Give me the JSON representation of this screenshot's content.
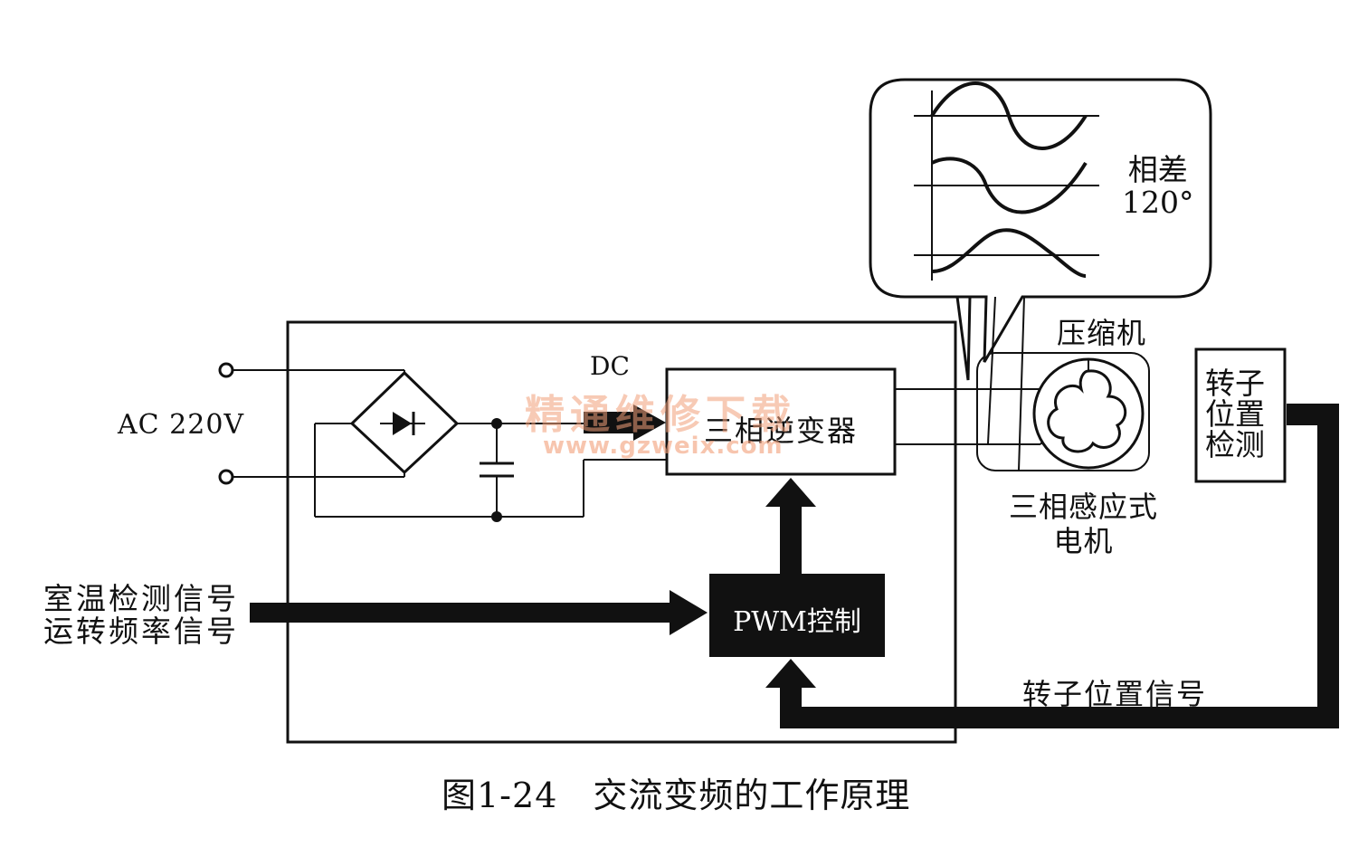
{
  "caption": "图1-24　交流变频的工作原理",
  "labels": {
    "ac_input": "AC 220V",
    "dc": "DC",
    "inverter": "三相逆变器",
    "pwm": "PWM控制",
    "input_signals_line1": "室温检测信号",
    "input_signals_line2": "运转频率信号",
    "phase_line1": "相差",
    "phase_line2": "120°",
    "compressor": "压缩机",
    "motor_line1": "三相感应式",
    "motor_line2": "电机",
    "rotor_detect_line1": "转子",
    "rotor_detect_line2": "位置",
    "rotor_detect_line3": "检测",
    "rotor_signal": "转子位置信号"
  },
  "watermark": {
    "text": "精通维修下载",
    "url": "www.gzweix.com",
    "color": "#f2a07a"
  },
  "colors": {
    "line": "#111111",
    "pwm_fill": "#111111",
    "background": "#ffffff"
  }
}
